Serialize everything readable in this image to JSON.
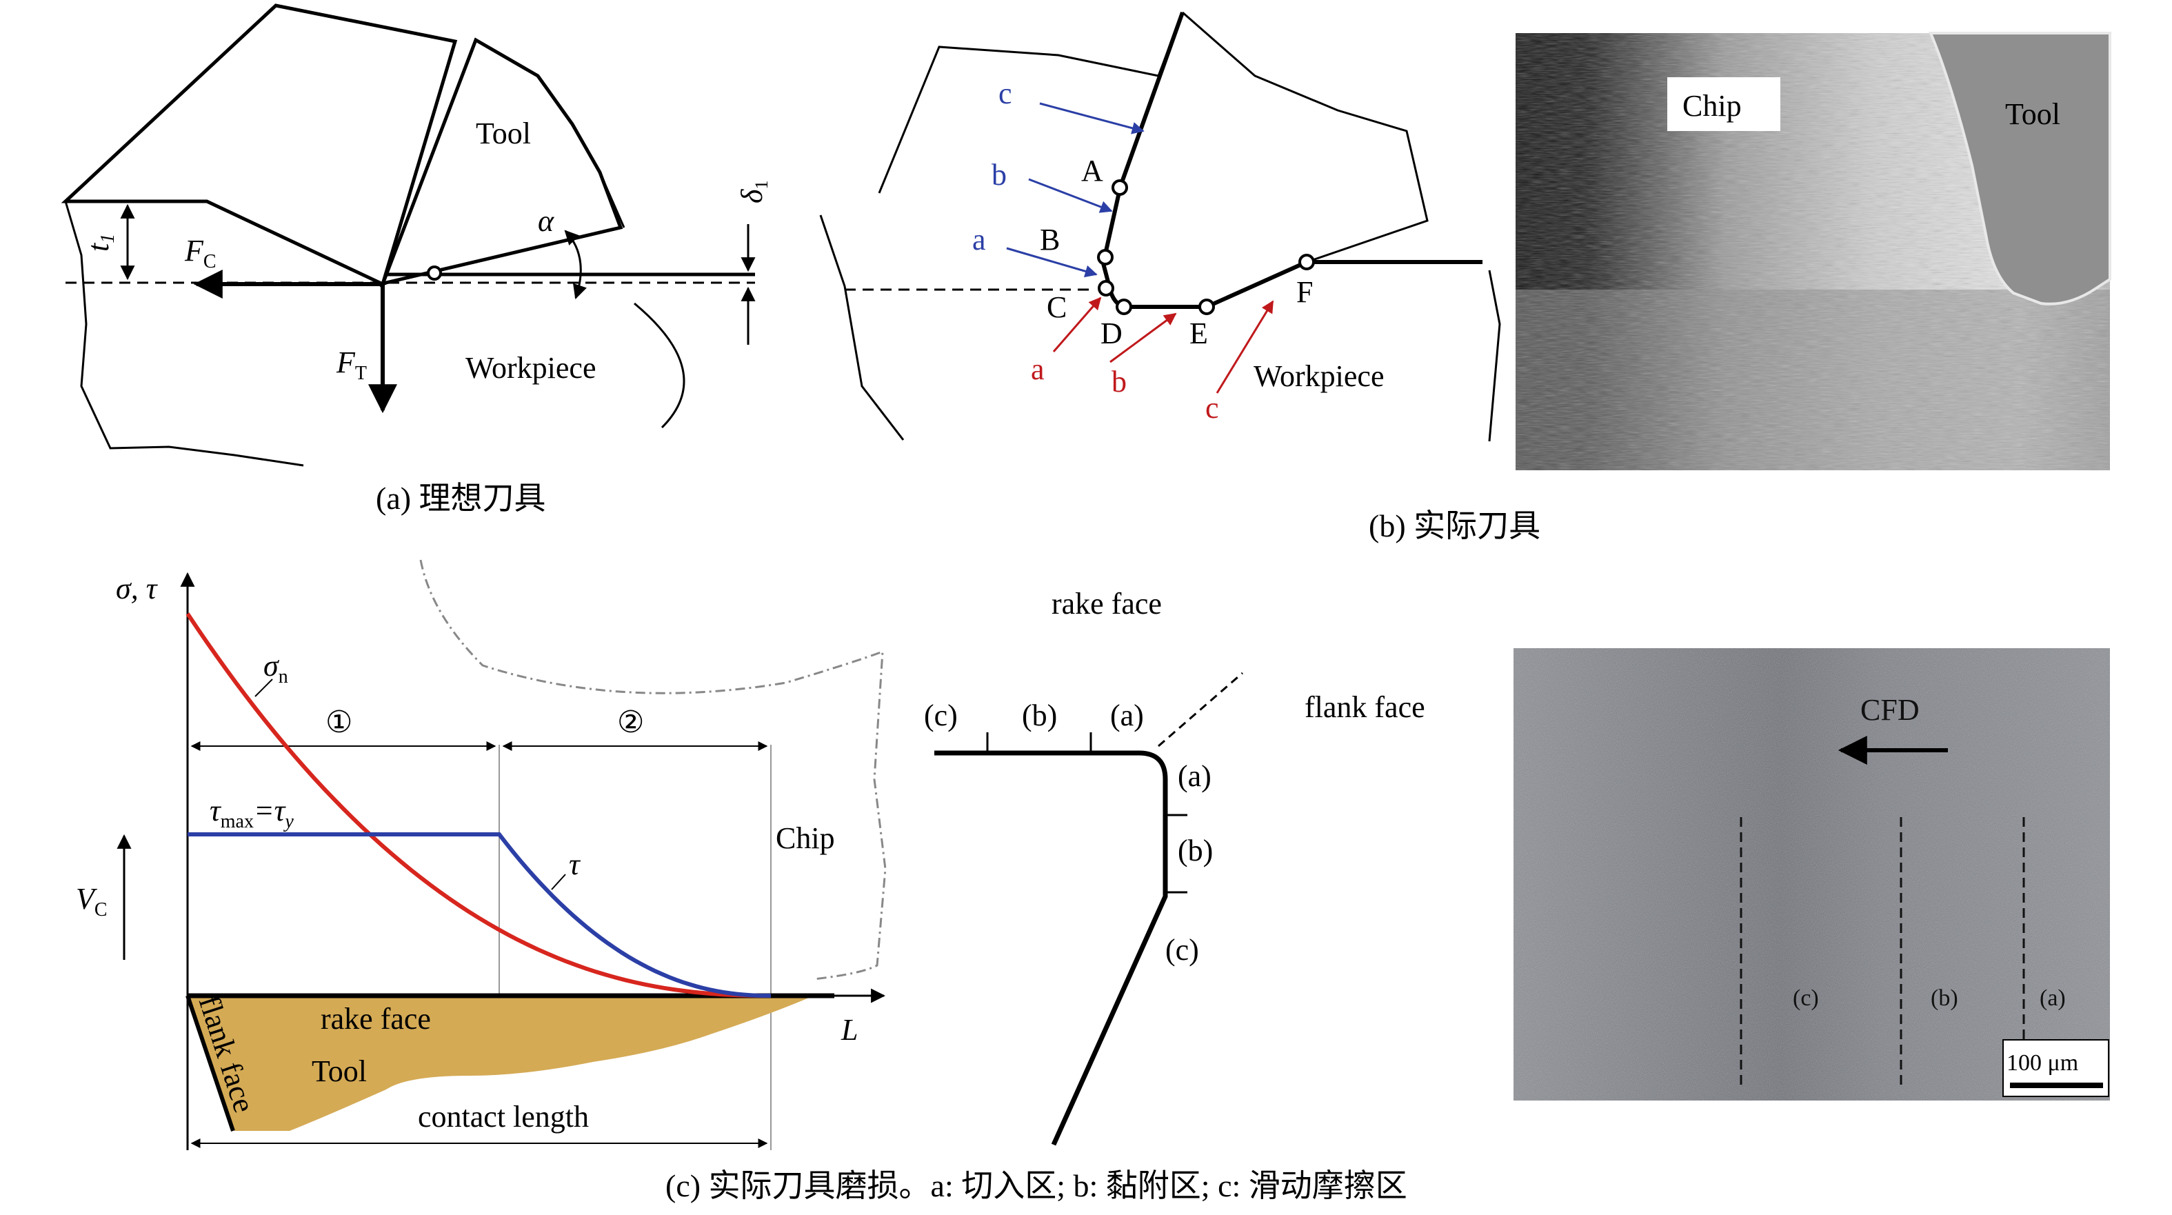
{
  "panel_a": {
    "tool_label": "Tool",
    "workpiece_label": "Workpiece",
    "t1": "t",
    "t1_sub": "1",
    "fc": "F",
    "fc_sub": "C",
    "ft": "F",
    "ft_sub": "T",
    "alpha": "α",
    "delta": "δ",
    "delta_sub": "1",
    "caption": "(a) 理想刀具"
  },
  "panel_b": {
    "points": {
      "A": "A",
      "B": "B",
      "C": "C",
      "D": "D",
      "E": "E",
      "F": "F"
    },
    "blue_arrows": {
      "a": "a",
      "b": "b",
      "c": "c"
    },
    "red_arrows": {
      "a": "a",
      "b": "b",
      "c": "c"
    },
    "workpiece_label": "Workpiece",
    "photo_chip_label": "Chip",
    "photo_tool_label": "Tool",
    "caption": "(b) 实际刀具"
  },
  "panel_c": {
    "y_axis_label": "σ, τ",
    "x_axis_label": "L",
    "vc": "V",
    "vc_sub": "C",
    "sigma": "σ",
    "sigma_sub": "n",
    "tau": "τ",
    "tau_max_a": "τ",
    "tau_max_sub": "max",
    "tau_max_b": "=τ",
    "tau_max_sub_y": "y",
    "zone1": "①",
    "zone2": "②",
    "chip_label": "Chip",
    "rake_face_inner": "rake face",
    "tool_label": "Tool",
    "flank_face_inner": "flank face",
    "contact_length": "contact length",
    "rake_face_top": "rake face",
    "flank_face_right": "flank face",
    "edge_labels": {
      "c_top": "(c)",
      "b_top": "(b)",
      "a_top": "(a)",
      "a_side": "(a)",
      "b_side": "(b)",
      "c_side": "(c)"
    },
    "micro_cfd": "CFD",
    "micro_labels": {
      "c": "(c)",
      "b": "(b)",
      "a": "(a)"
    },
    "scale_bar": "100 μm",
    "caption": "(c) 实际刀具磨损。a: 切入区; b: 黏附区; c: 滑动摩擦区"
  },
  "colors": {
    "sigma_curve": "#d7261e",
    "tau_curve": "#2b3fa6",
    "tool_fill": "#d4aa55",
    "blue_arrow": "#2b3fa6",
    "red_arrow": "#c0191c",
    "photo_gray": "#8f8f8f"
  },
  "icons": {
    "arrow": "arrow-icon",
    "circle": "circle-marker-icon"
  }
}
